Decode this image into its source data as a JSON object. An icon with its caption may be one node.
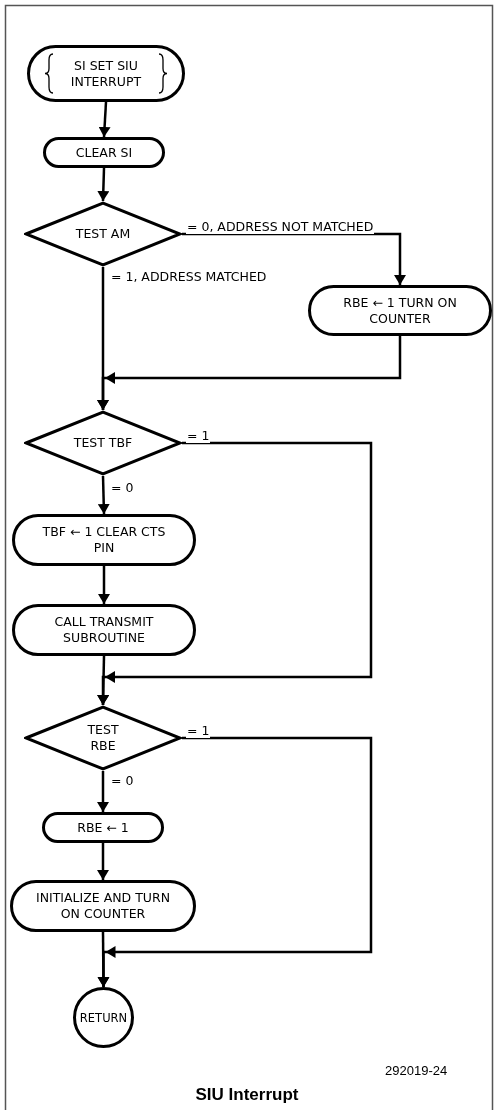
{
  "diagram": {
    "caption": "SIU Interrupt",
    "nodes": [
      {
        "text": [
          "SI SET SIU INTERRUPT"
        ]
      },
      {
        "text": [
          "CLEAR SI"
        ]
      },
      {
        "text": [
          "TEST AM"
        ]
      },
      {
        "text": [
          "RBE ← 1 TURN ON COUNTER"
        ]
      },
      {
        "text": [
          "TEST TBF"
        ]
      },
      {
        "text": [
          "TBF ← 1 CLEAR CTS PIN"
        ]
      },
      {
        "text": [
          "CALL TRANSMIT SUBROUTINE"
        ]
      },
      {
        "text": [
          "TEST RBE"
        ]
      },
      {
        "text": [
          "RBE ← 1"
        ]
      },
      {
        "text": [
          "INITIALIZE AND TURN ON COUNTER"
        ]
      },
      {
        "text": [
          "RETURN"
        ]
      }
    ],
    "edges": [
      {
        "from": 0,
        "to": 1,
        "arrow": "to"
      },
      {
        "from": 1,
        "to": 2,
        "arrow": "to"
      },
      {
        "from": 2,
        "to": 3,
        "arrow": "to",
        "label": "= 0, ADDRESS NOT MATCHED"
      },
      {
        "from": 2,
        "to": 4,
        "arrow": "to",
        "label": "= 1, ADDRESS MATCHED"
      },
      {
        "from": 3,
        "to": 4,
        "arrow": "to"
      },
      {
        "from": 4,
        "to": 5,
        "arrow": "to",
        "label": "= 0"
      },
      {
        "from": 4,
        "to": 7,
        "arrow": "to",
        "label": "= 1"
      },
      {
        "from": 5,
        "to": 6,
        "arrow": "to"
      },
      {
        "from": 6,
        "to": 7,
        "arrow": "to"
      },
      {
        "from": 7,
        "to": 8,
        "arrow": "to",
        "label": "= 0"
      },
      {
        "from": 7,
        "to": 10,
        "arrow": "to",
        "label": "= 1"
      },
      {
        "from": 8,
        "to": 9,
        "arrow": "to"
      },
      {
        "from": 9,
        "to": 10,
        "arrow": "to"
      }
    ],
    "labels": [
      "292019-24"
    ]
  }
}
